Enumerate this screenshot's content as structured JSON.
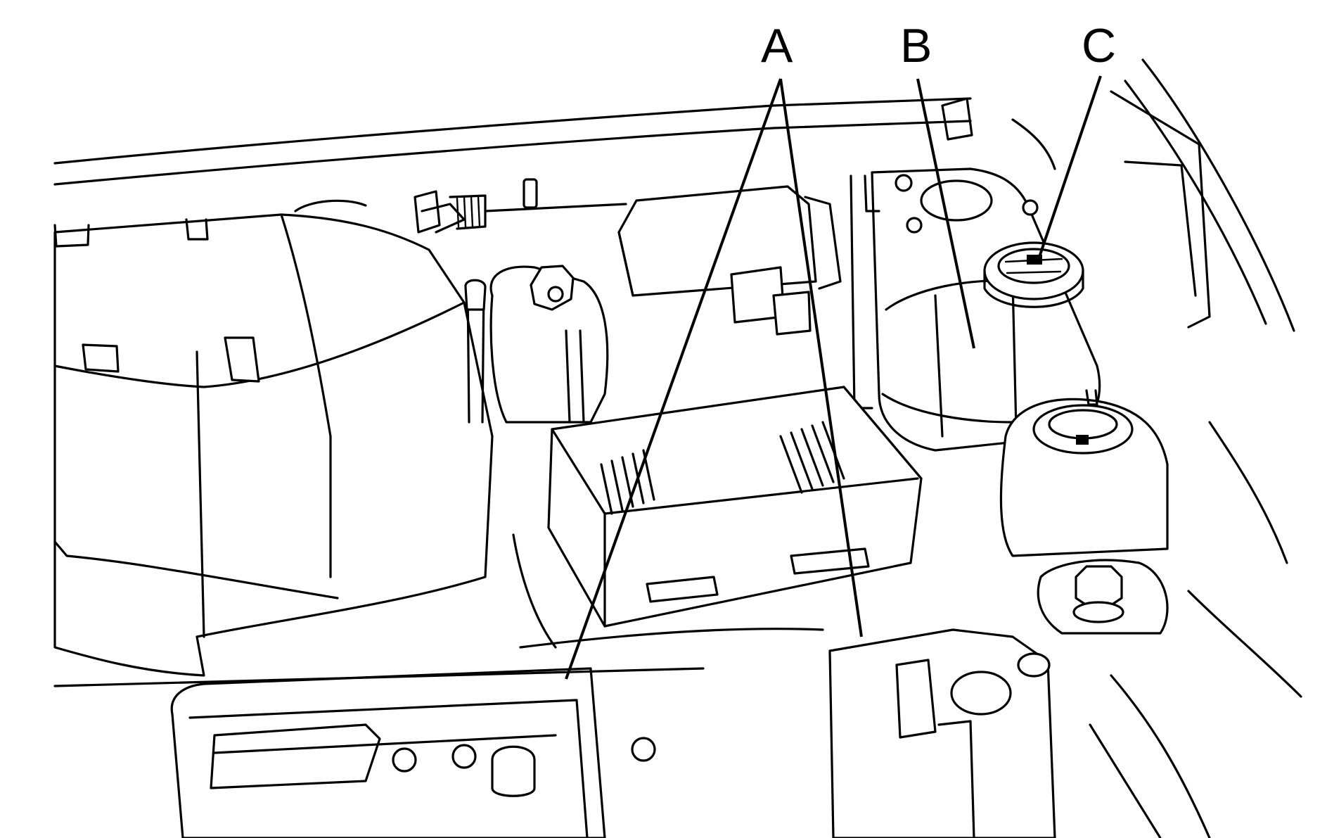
{
  "callouts": [
    {
      "id": "A",
      "label": "A"
    },
    {
      "id": "B",
      "label": "B"
    },
    {
      "id": "C",
      "label": "C"
    }
  ],
  "colors": {
    "line": "#000000",
    "background": "#ffffff"
  }
}
